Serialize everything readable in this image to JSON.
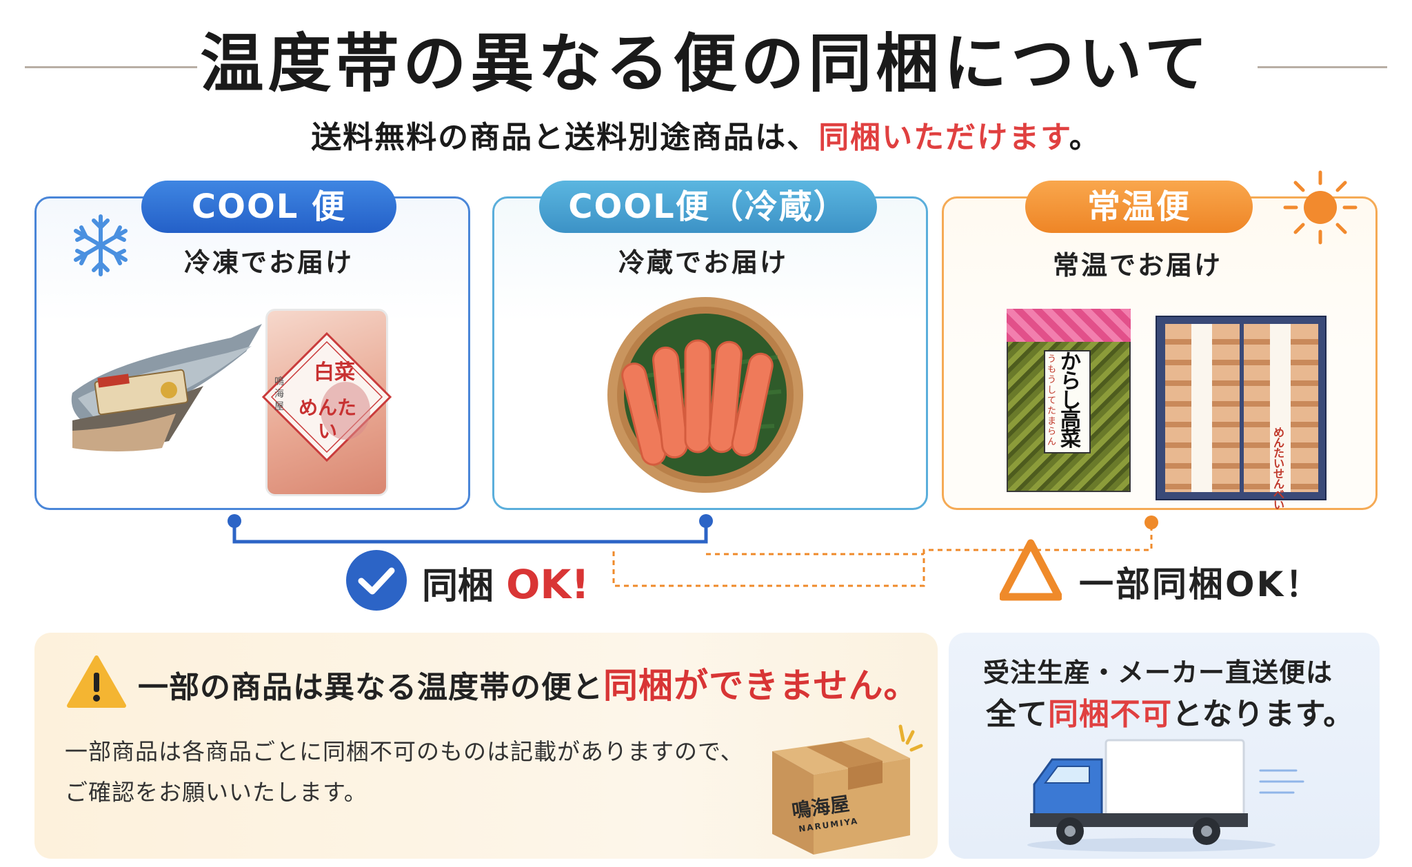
{
  "header": {
    "title": "温度帯の異なる便の同梱について",
    "subtitle_prefix": "送料無料の商品と送料別途商品は、",
    "subtitle_highlight": "同梱いただけます",
    "subtitle_suffix": "。"
  },
  "cards": [
    {
      "badge": "COOL 便",
      "subtitle": "冷凍でお届け",
      "icon": "snowflake-icon",
      "color": "#3f7fdc"
    },
    {
      "badge": "COOL便（冷蔵）",
      "subtitle": "冷蔵でお届け",
      "color": "#4ea6d6"
    },
    {
      "badge": "常温便",
      "subtitle": "常温でお届け",
      "icon": "sun-icon",
      "color": "#f29036"
    }
  ],
  "products": {
    "mentai_label_1": "白菜",
    "mentai_label_2": "めんたい",
    "mentai_brand": "鳴海屋",
    "karashi_label": "からし高菜",
    "karashi_sub": "うもうしてたまらん",
    "senbei_label": "めんたいせんべい"
  },
  "status": {
    "ok_label": "同梱",
    "ok_accent": "OK!",
    "partial_label": "一部同梱OK！",
    "ok_color": "#2c64c6",
    "partial_color": "#ef8a2a"
  },
  "notice_left": {
    "head_prefix": "一部の商品は異なる温度帯の便と",
    "head_highlight": "同梱ができません。",
    "body_line1": "一部商品は各商品ごとに同梱不可のものは記載がありますので、",
    "body_line2": "ご確認をお願いいたします。",
    "box_brand": "鳴海屋",
    "box_brand_en": "NARUMIYA"
  },
  "notice_right": {
    "line1": "受注生産・メーカー直送便は",
    "line2_prefix": "全て",
    "line2_highlight": "同梱不可",
    "line2_suffix": "となります。"
  }
}
